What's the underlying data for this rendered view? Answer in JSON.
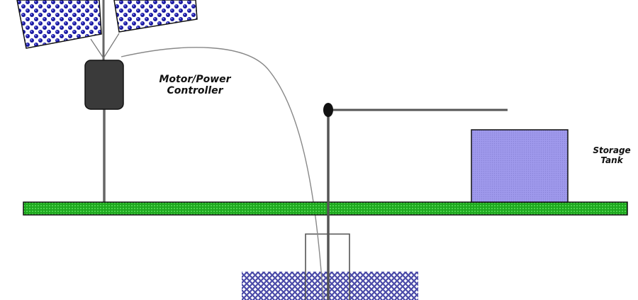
{
  "diagram": {
    "title": "Solar-powered water pumping system",
    "labels": {
      "controller_line1": "Motor/Power",
      "controller_line2": "Controller",
      "tank_line1": "Storage",
      "tank_line2": "Tank"
    },
    "components": [
      {
        "id": "solar-panel-left",
        "type": "solar-panel"
      },
      {
        "id": "solar-panel-right",
        "type": "solar-panel"
      },
      {
        "id": "motor-power-controller",
        "type": "controller"
      },
      {
        "id": "ground-surface",
        "type": "ground"
      },
      {
        "id": "pump-pipe",
        "type": "pipe"
      },
      {
        "id": "pipe-outlet",
        "type": "pipe"
      },
      {
        "id": "storage-tank",
        "type": "tank"
      },
      {
        "id": "well-casing",
        "type": "well"
      },
      {
        "id": "aquifer",
        "type": "water"
      }
    ],
    "colors": {
      "panel": "#1a1aa0",
      "controller": "#3a3a3a",
      "ground": "#22b022",
      "tank": "#9a94e8",
      "aquifer": "#5050b0",
      "pipe": "#555555"
    }
  }
}
